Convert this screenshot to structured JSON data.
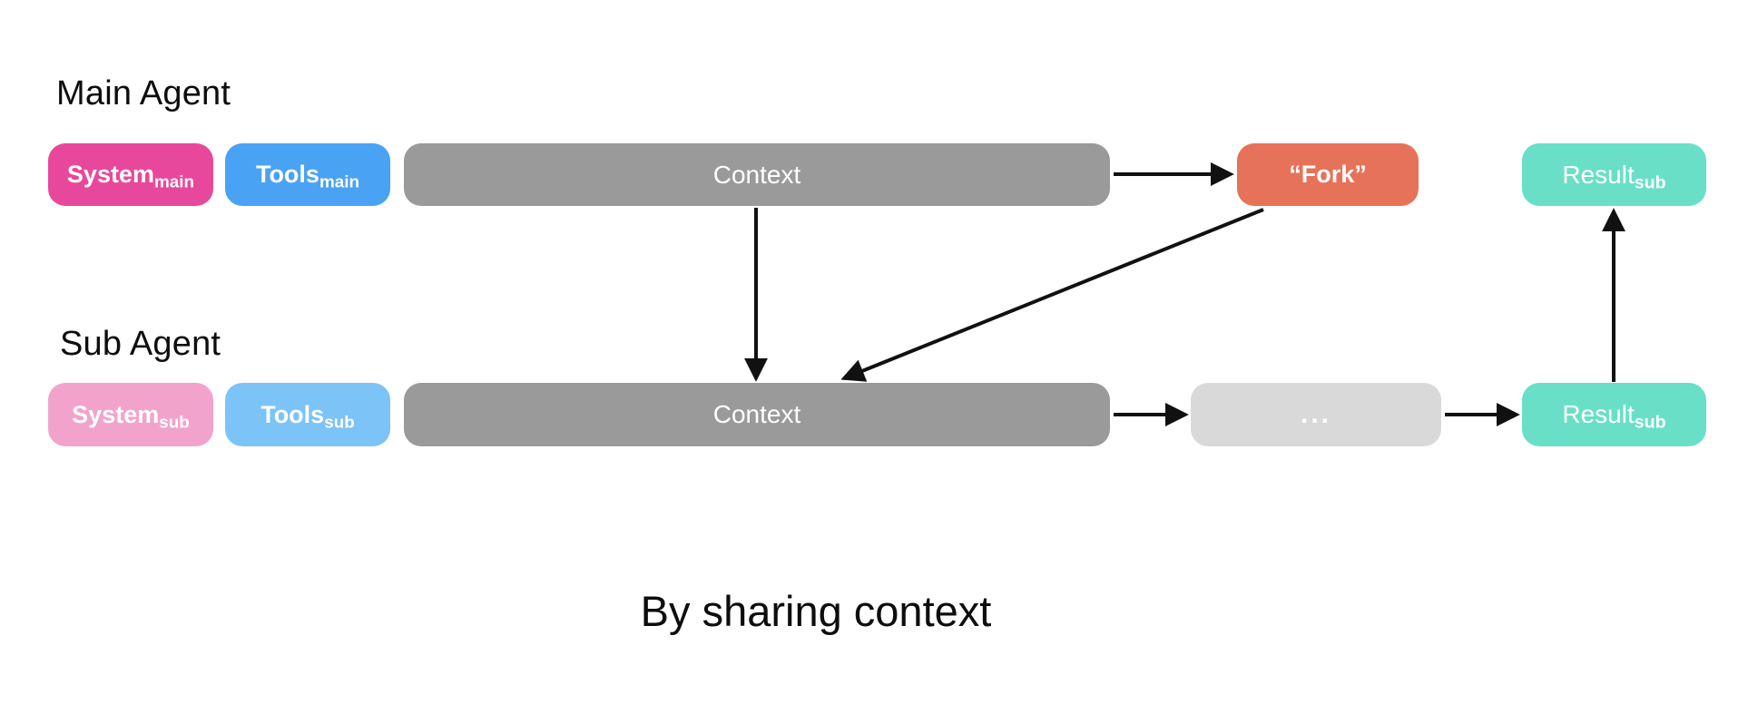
{
  "caption": "By sharing context",
  "colors": {
    "pink_main": "#e8489b",
    "blue_main": "#4aa2f5",
    "gray_context": "#9a9a9a",
    "coral_fork": "#e7725a",
    "teal_result": "#69dfc8",
    "pink_sub": "#f2a3cc",
    "blue_sub": "#7cc3f7",
    "gray_ellipsis": "#d9d9d9",
    "arrow": "#111111"
  },
  "main_agent": {
    "label": "Main Agent",
    "boxes": {
      "system": {
        "text": "System",
        "sub": "main"
      },
      "tools": {
        "text": "Tools",
        "sub": "main"
      },
      "context": {
        "text": "Context"
      },
      "fork": {
        "text": "“Fork”"
      },
      "result": {
        "text": "Result",
        "sub": "sub"
      }
    }
  },
  "sub_agent": {
    "label": "Sub Agent",
    "boxes": {
      "system": {
        "text": "System",
        "sub": "sub"
      },
      "tools": {
        "text": "Tools",
        "sub": "sub"
      },
      "context": {
        "text": "Context"
      },
      "ellipsis": {
        "text": "..."
      },
      "result": {
        "text": "Result",
        "sub": "sub"
      }
    }
  }
}
